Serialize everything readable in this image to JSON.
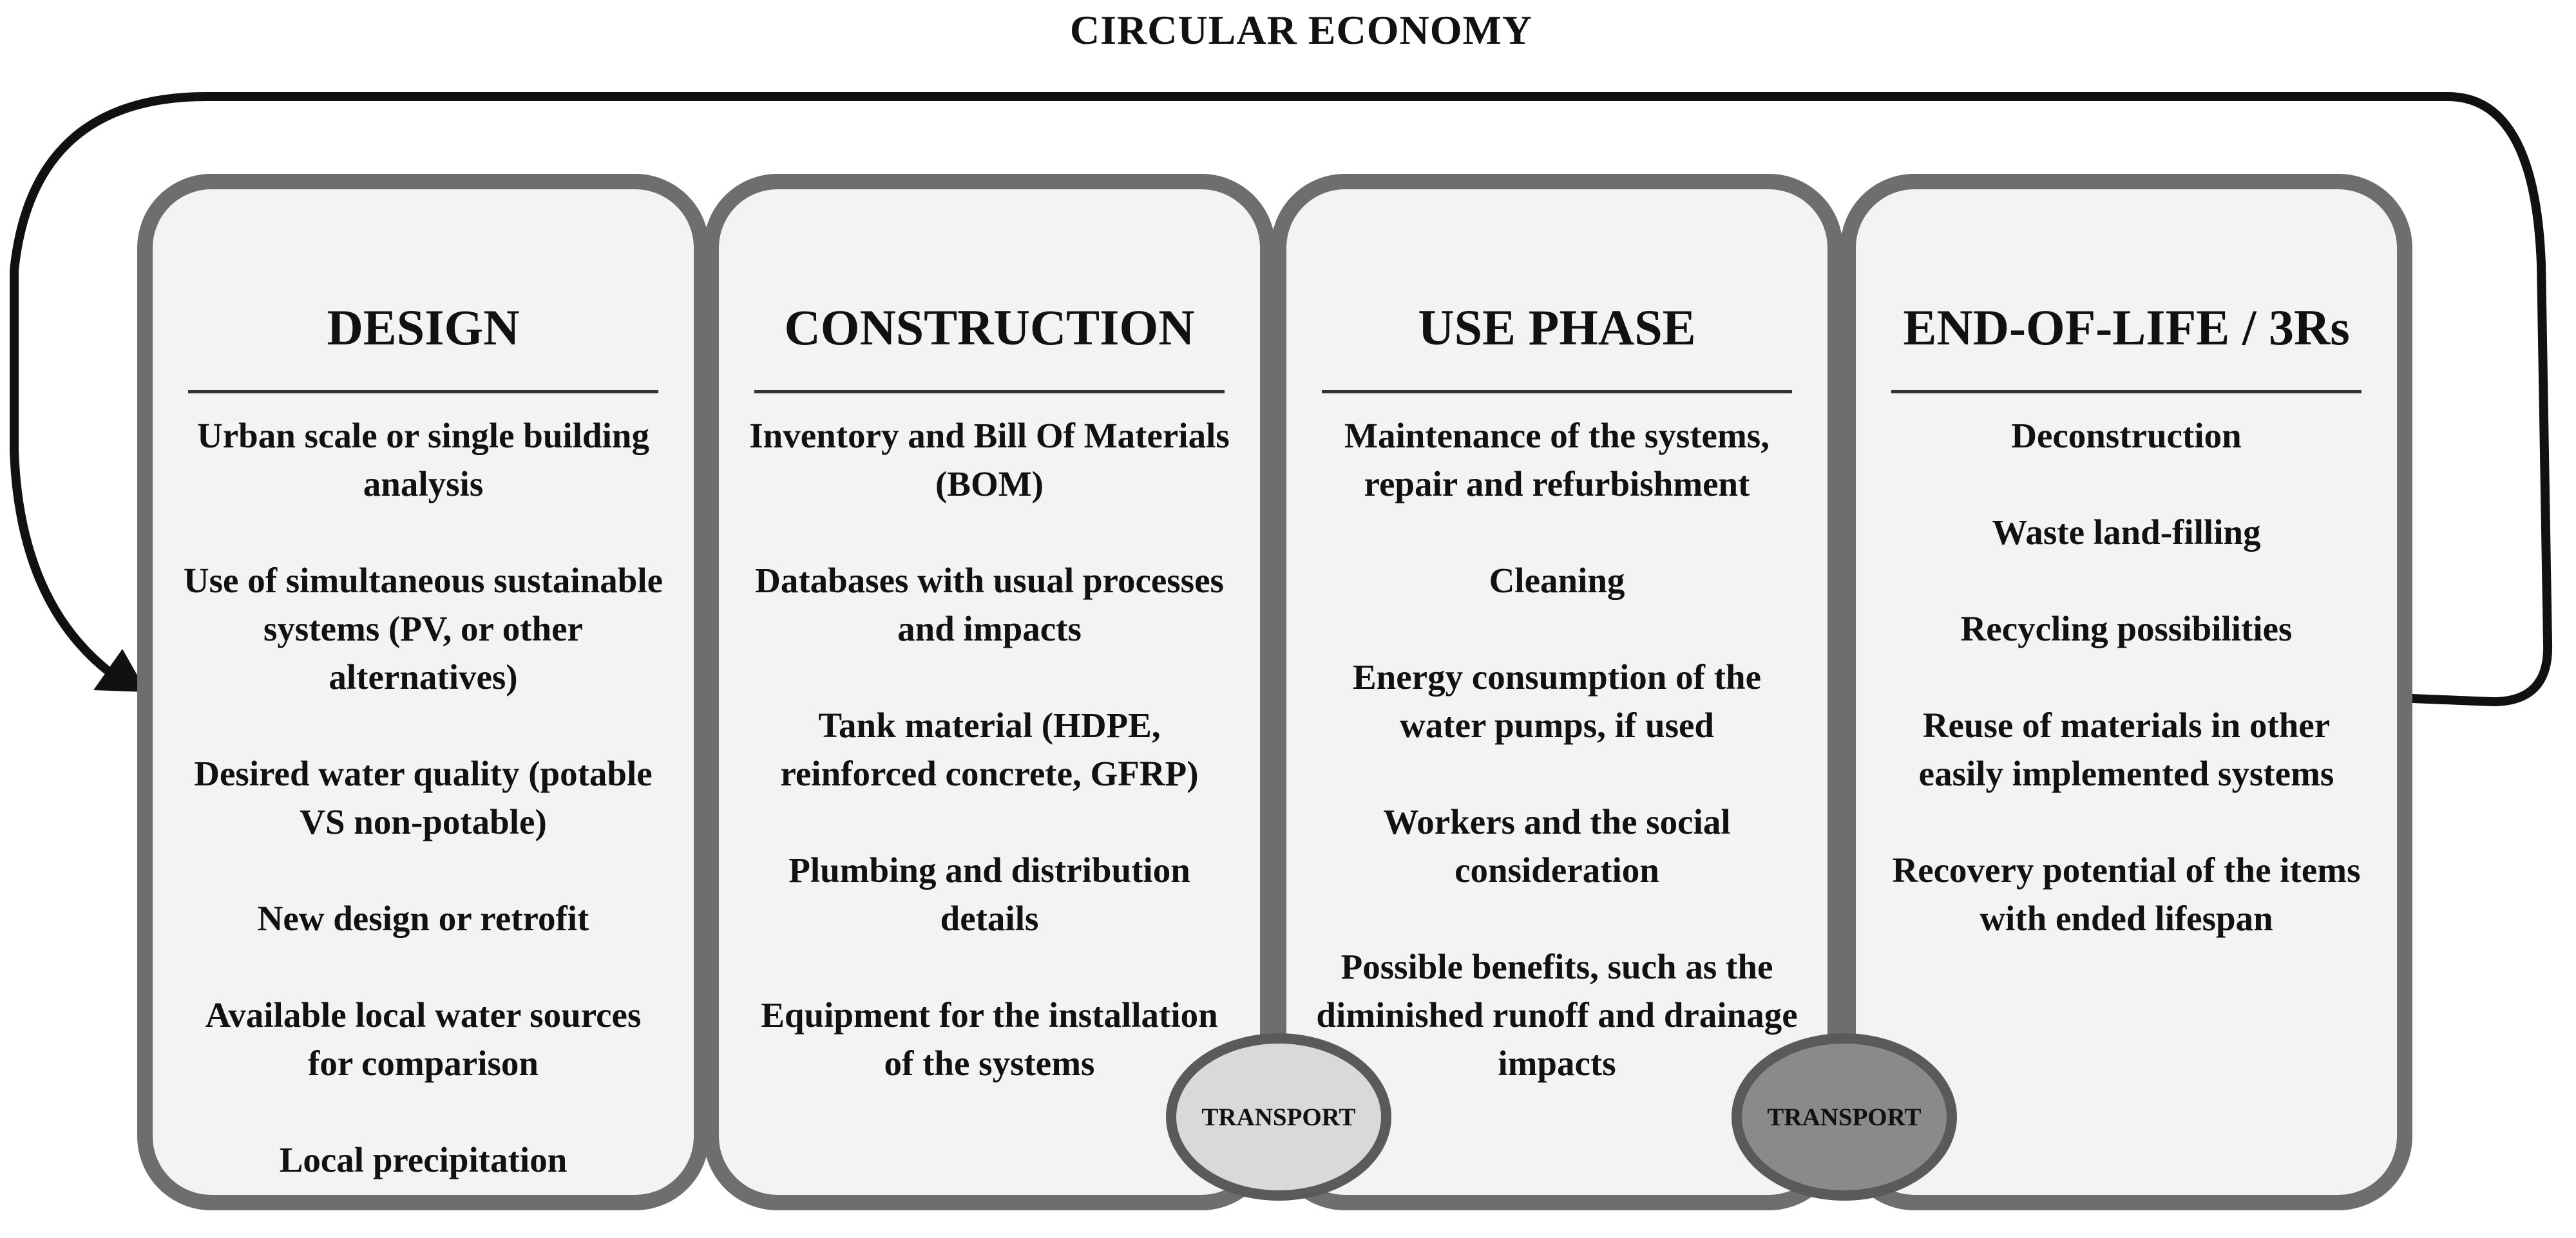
{
  "title": "CIRCULAR ECONOMY",
  "colors": {
    "panel_border": "#6e6e6e",
    "panel_fill": "#f3f3f3",
    "transport_light": "#d9d9d9",
    "transport_dark": "#8a8a8a",
    "arrow": "#111111"
  },
  "panels": [
    {
      "title": "DESIGN",
      "items": [
        "Urban scale or single building analysis",
        "Use of simultaneous sustainable systems (PV, or other alternatives)",
        "Desired water quality (potable VS non-potable)",
        "New design or retrofit",
        "Available local water sources for comparison",
        "Local precipitation"
      ]
    },
    {
      "title": "CONSTRUCTION",
      "items": [
        "Inventory and Bill Of Materials (BOM)",
        "Databases with usual processes and impacts",
        "Tank material (HDPE, reinforced concrete, GFRP)",
        "Plumbing and distribution details",
        "Equipment for the installation of the systems"
      ]
    },
    {
      "title": "USE PHASE",
      "items": [
        "Maintenance of the systems, repair and refurbishment",
        "Cleaning",
        "Energy consumption of the water pumps, if used",
        "Workers and the social consideration",
        "Possible benefits, such as the diminished runoff and drainage impacts"
      ]
    },
    {
      "title": "END-OF-LIFE / 3Rs",
      "items": [
        "Deconstruction",
        "Waste land-filling",
        "Recycling possibilities",
        "Reuse of materials in other easily implemented systems",
        "Recovery potential of the items with ended lifespan"
      ]
    }
  ],
  "transport": [
    {
      "label": "TRANSPORT"
    },
    {
      "label": "TRANSPORT"
    }
  ]
}
